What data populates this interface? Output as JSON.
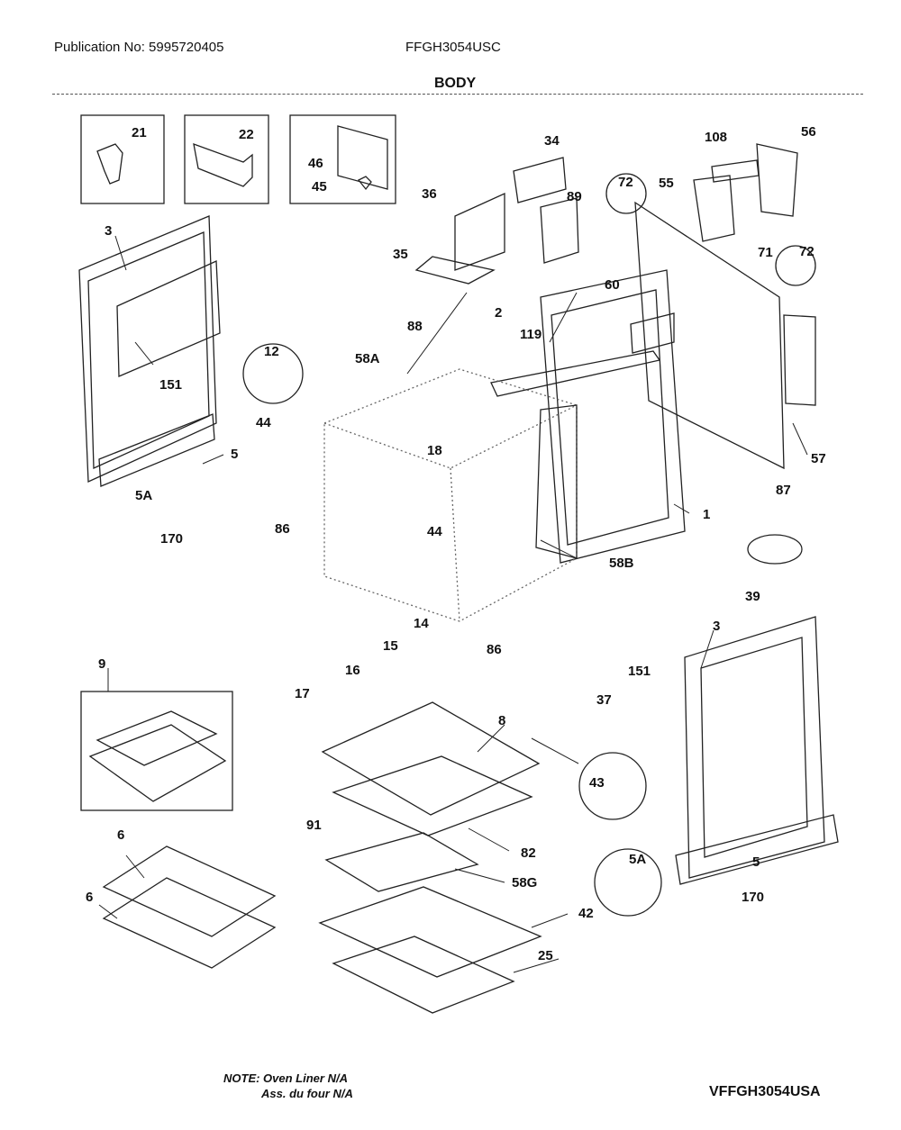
{
  "header": {
    "publication": "Publication No: 5995720405",
    "model": "FFGH3054USC",
    "section_title": "BODY"
  },
  "labels": {
    "p1": "1",
    "p2": "2",
    "p3a": "3",
    "p3b": "3",
    "p5a": "5",
    "p5b": "5",
    "p5Aa": "5A",
    "p5Ab": "5A",
    "p6a": "6",
    "p6b": "6",
    "p8": "8",
    "p9": "9",
    "p12": "12",
    "p14": "14",
    "p15": "15",
    "p16": "16",
    "p17": "17",
    "p18": "18",
    "p21": "21",
    "p22": "22",
    "p25": "25",
    "p34": "34",
    "p35": "35",
    "p36": "36",
    "p37": "37",
    "p39": "39",
    "p42": "42",
    "p43": "43",
    "p44a": "44",
    "p44b": "44",
    "p45": "45",
    "p46": "46",
    "p55": "55",
    "p56": "56",
    "p57": "57",
    "p58A": "58A",
    "p58B": "58B",
    "p58G": "58G",
    "p60": "60",
    "p71": "71",
    "p72a": "72",
    "p72b": "72",
    "p82": "82",
    "p86a": "86",
    "p86b": "86",
    "p87": "87",
    "p88": "88",
    "p89": "89",
    "p91": "91",
    "p108": "108",
    "p119": "119",
    "p151a": "151",
    "p151b": "151",
    "p170a": "170",
    "p170b": "170"
  },
  "footer": {
    "note_line1": "NOTE: Oven Liner N/A",
    "note_line2": "Ass. du four N/A",
    "diagram_code": "VFFGH3054USA"
  }
}
